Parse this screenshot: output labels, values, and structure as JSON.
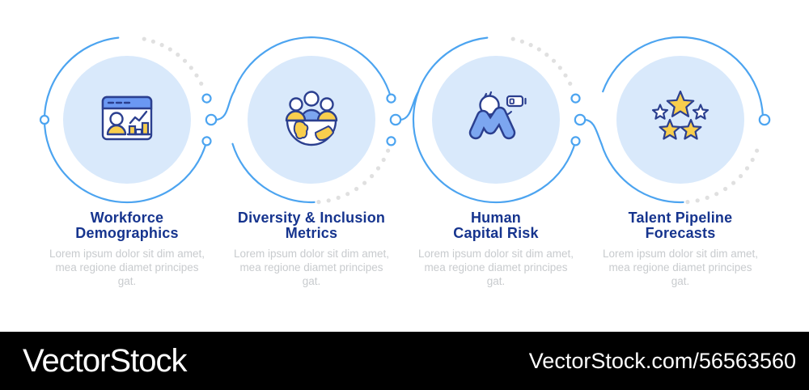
{
  "infographic": {
    "items": [
      {
        "icon": "analytics-dashboard-icon",
        "title_lines": [
          "Workforce",
          "Demographics"
        ],
        "description": "Lorem ipsum dolor sit dim amet, mea regione diamet principes gat."
      },
      {
        "icon": "diversity-globe-icon",
        "title_lines": [
          "Diversity & Inclusion",
          "Metrics"
        ],
        "description": "Lorem ipsum dolor sit dim amet, mea regione diamet principes gat."
      },
      {
        "icon": "burnout-person-icon",
        "title_lines": [
          "Human",
          "Capital Risk"
        ],
        "description": "Lorem ipsum dolor sit dim amet, mea regione diamet principes gat."
      },
      {
        "icon": "rating-stars-icon",
        "title_lines": [
          "Talent Pipeline",
          "Forecasts"
        ],
        "description": "Lorem ipsum dolor sit dim amet, mea regione diamet principes gat."
      }
    ],
    "colors": {
      "accent_blue": "#4CA4F0",
      "circle_fill": "#D9E9FB",
      "icon_navy": "#2B3F8F",
      "icon_blue": "#7CA6F0",
      "icon_header_blue": "#6B98F3",
      "icon_yellow": "#F8CE4D",
      "title_navy": "#16348E",
      "body_gray": "#C8CBCE",
      "dot_gray": "#E0E0E0"
    }
  },
  "watermark": {
    "logo_text": "VectorStock",
    "credit_text": "VectorStock.com/56563560",
    "bar_color": "#000000"
  }
}
